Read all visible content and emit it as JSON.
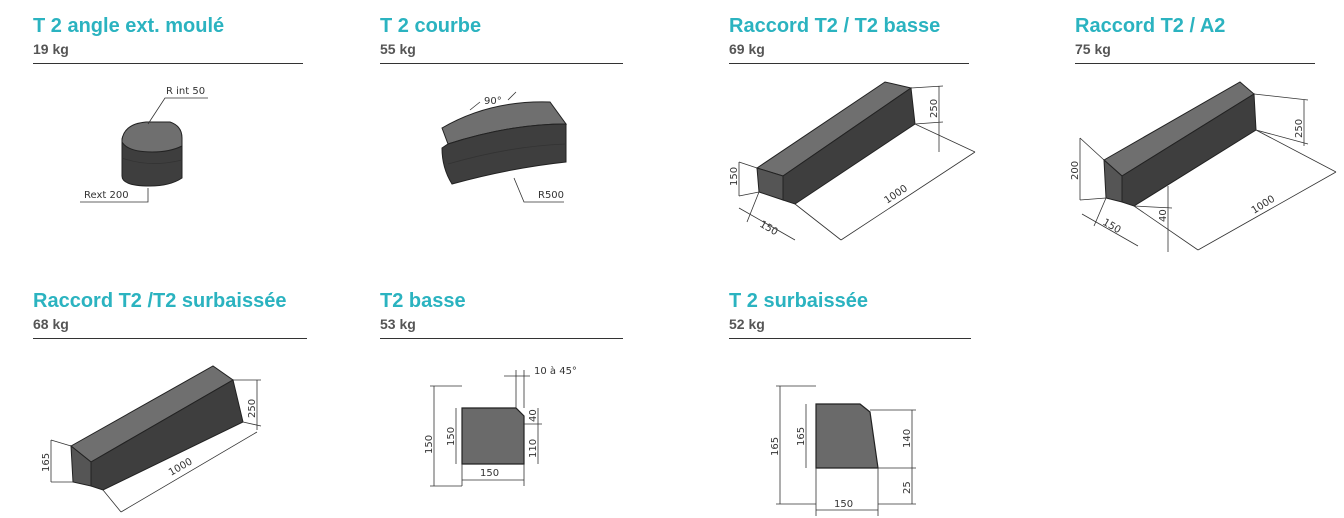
{
  "products": [
    {
      "title": "T 2 angle ext. moulé",
      "weight": "19 kg",
      "dims": [
        "R int 50",
        "Rext 200"
      ]
    },
    {
      "title": "T 2 courbe",
      "weight": "55 kg",
      "dims": [
        "90°",
        "R500"
      ]
    },
    {
      "title": "Raccord T2 / T2 basse",
      "weight": "69 kg",
      "dims": [
        "250",
        "150",
        "1000",
        "150"
      ]
    },
    {
      "title": "Raccord T2 / A2",
      "weight": "75 kg",
      "dims": [
        "250",
        "200",
        "1000",
        "150",
        "40"
      ]
    },
    {
      "title": "Raccord T2 /T2 surbaissée",
      "weight": "68 kg",
      "dims": [
        "250",
        "165",
        "1000"
      ]
    },
    {
      "title": "T2 basse",
      "weight": "53 kg",
      "dims": [
        "10 à 45°",
        "150",
        "150",
        "40",
        "110",
        "150"
      ]
    },
    {
      "title": "T 2 surbaissée",
      "weight": "52 kg",
      "dims": [
        "165",
        "165",
        "140",
        "25",
        "150"
      ]
    }
  ]
}
